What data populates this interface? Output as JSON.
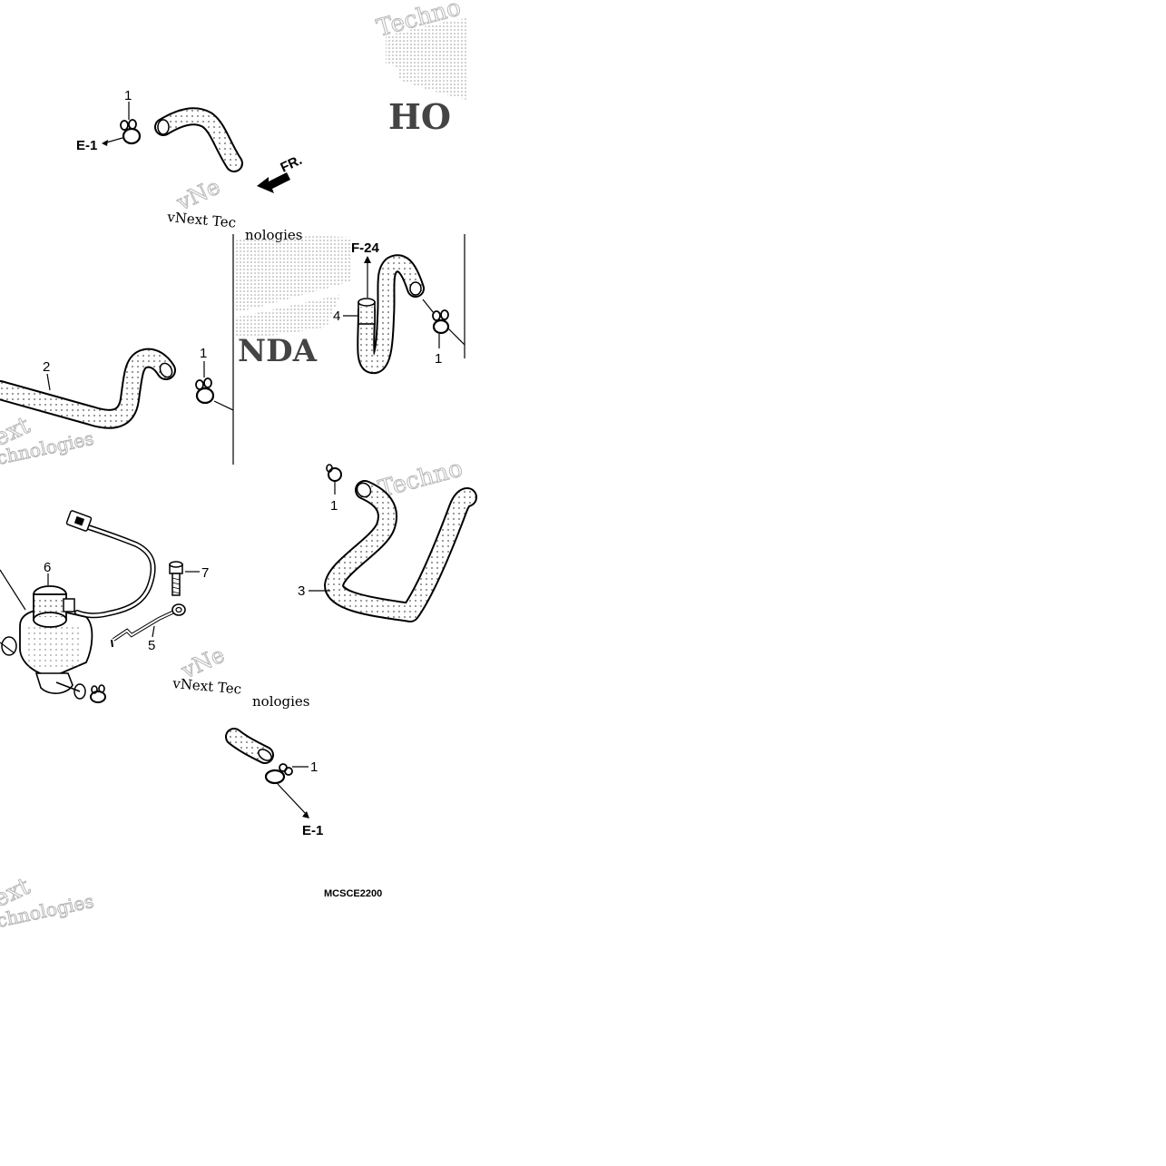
{
  "callouts": {
    "c1_top": "1",
    "c1_mid": "1",
    "c1_right": "1",
    "c1_lower": "1",
    "c1_bottom": "1",
    "c2": "2",
    "c3": "3",
    "c4": "4",
    "c5": "5",
    "c6": "6",
    "c7": "7"
  },
  "references": {
    "e1_top": "E-1",
    "e1_bottom": "E-1",
    "f24": "F-24",
    "front": "FR."
  },
  "diagram_code": "MCSCE2200",
  "watermarks": {
    "w1": "Techno",
    "w2": "vNext Tec",
    "w3": "nologies",
    "w4": "vNe",
    "w5": "ext",
    "w6": "chnologies",
    "w7": "Techno",
    "w8": "vNext Tec",
    "w9": "nologies",
    "w10": "vNe",
    "w11": "ext",
    "w12": "chnologies",
    "logo_top": "HO",
    "logo_mid": "NDA"
  },
  "colors": {
    "line": "#000000",
    "hose_fill": "#ffffff",
    "dots": "#555555",
    "watermark": "#b8b8b8"
  }
}
